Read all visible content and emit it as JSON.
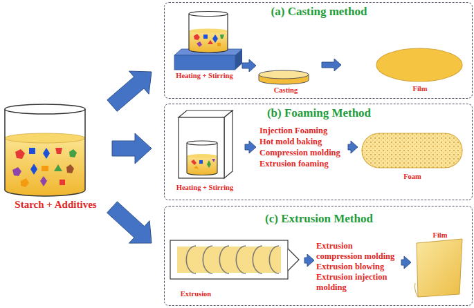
{
  "diagram": {
    "nodes": [
      {
        "text": [
          "Starch + Additives"
        ]
      },
      {
        "text": [
          "(a) Casting method"
        ]
      },
      {
        "text": [
          "Heating + Stirring"
        ],
        "in": 1
      },
      {
        "text": [
          "Casting"
        ],
        "in": 1
      },
      {
        "text": [
          "Film"
        ],
        "in": 1
      },
      {
        "text": [
          "(b) Foaming Method"
        ]
      },
      {
        "text": [
          "Heating + Stirring"
        ],
        "in": 5
      },
      {
        "text": [
          "Injection Foaming",
          "Hot mold baking",
          "Compression molding",
          "Extrusion foaming"
        ],
        "in": 5
      },
      {
        "text": [
          "Foam"
        ],
        "in": 5
      },
      {
        "text": [
          "(c) Extrusion Method"
        ]
      },
      {
        "text": [
          "Extrusion"
        ],
        "in": 9
      },
      {
        "text": [
          "Extrusion compression molding",
          "Extrusion blowing",
          "Extrusion injection molding"
        ],
        "in": 9
      },
      {
        "text": [
          "Film"
        ],
        "in": 9
      }
    ],
    "edges": [
      {
        "from": 0,
        "to": 1,
        "arrow": "to"
      },
      {
        "from": 0,
        "to": 5,
        "arrow": "to"
      },
      {
        "from": 0,
        "to": 9,
        "arrow": "to"
      },
      {
        "from": 2,
        "to": 3,
        "arrow": "to"
      },
      {
        "from": 3,
        "to": 4,
        "arrow": "to"
      },
      {
        "from": 6,
        "to": 7,
        "arrow": "to"
      },
      {
        "from": 7,
        "to": 8,
        "arrow": "to"
      },
      {
        "from": 10,
        "to": 11,
        "arrow": "to"
      },
      {
        "from": 11,
        "to": 12,
        "arrow": "to"
      }
    ]
  }
}
